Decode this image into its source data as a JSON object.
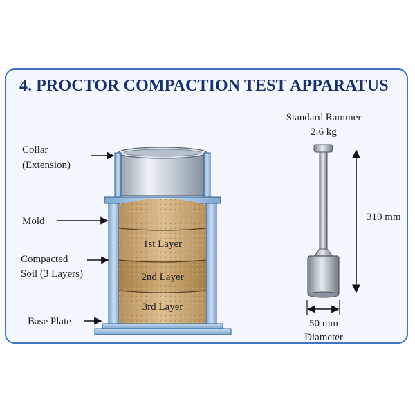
{
  "title": "4. PROCTOR COMPACTION TEST APPARATUS",
  "labels": {
    "collar_line1": "Collar",
    "collar_line2": "(Extension)",
    "mold": "Mold",
    "soil_line1": "Compacted",
    "soil_line2": "Soil (3 Layers)",
    "base_plate": "Base Plate"
  },
  "layers": [
    "1st Layer",
    "2nd Layer",
    "3rd Layer"
  ],
  "rammer": {
    "title_line1": "Standard Rammer",
    "title_line2": "2.6 kg",
    "drop_height": "310 mm",
    "diameter_line1": "50 mm",
    "diameter_line2": "Diameter"
  },
  "colors": {
    "frame": "#3f73c6",
    "title": "#17306e",
    "mold_steel": "#a9c7e6",
    "soil_light": "#d7b985",
    "soil_dark": "#b48a52"
  }
}
